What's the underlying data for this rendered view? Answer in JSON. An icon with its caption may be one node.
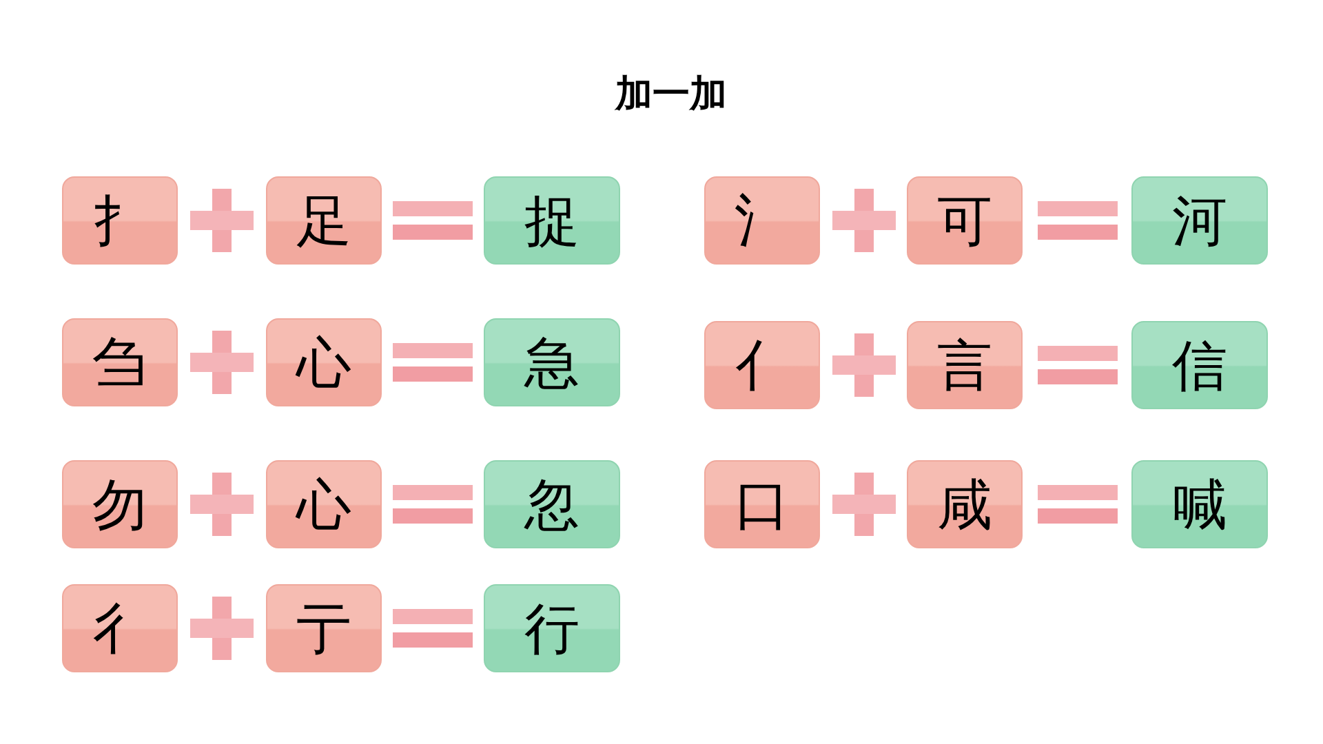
{
  "diagram": {
    "title": "加一加",
    "nodes": [
      {
        "text": [
          "扌"
        ]
      },
      {
        "text": [
          "足"
        ]
      },
      {
        "text": [
          "捉"
        ]
      },
      {
        "text": [
          "氵"
        ]
      },
      {
        "text": [
          "可"
        ]
      },
      {
        "text": [
          "河"
        ]
      },
      {
        "text": [
          "刍"
        ]
      },
      {
        "text": [
          "心"
        ]
      },
      {
        "text": [
          "急"
        ]
      },
      {
        "text": [
          "亻"
        ]
      },
      {
        "text": [
          "言"
        ]
      },
      {
        "text": [
          "信"
        ]
      },
      {
        "text": [
          "勿"
        ]
      },
      {
        "text": [
          "心"
        ]
      },
      {
        "text": [
          "忽"
        ]
      },
      {
        "text": [
          "口"
        ]
      },
      {
        "text": [
          "咸"
        ]
      },
      {
        "text": [
          "喊"
        ]
      },
      {
        "text": [
          "彳"
        ]
      },
      {
        "text": [
          "亍"
        ]
      },
      {
        "text": [
          "行"
        ]
      }
    ]
  }
}
